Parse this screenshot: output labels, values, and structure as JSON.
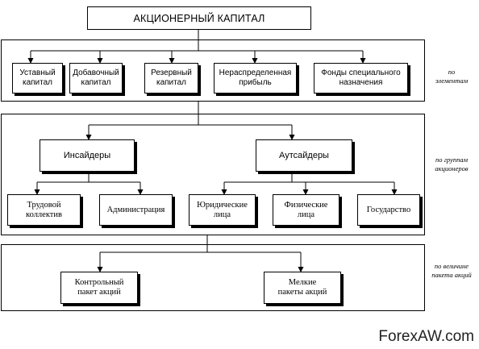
{
  "title": "АКЦИОНЕРНЫЙ КАПИТАЛ",
  "sections": [
    {
      "label": "по\nэлементам",
      "items": [
        "Уставный\nкапитал",
        "Добавочный\nкапитал",
        "Резервный\nкапитал",
        "Нераспределенная\nприбыль",
        "Фонды специального\nназначения"
      ]
    },
    {
      "label": "по группам\nакционеров",
      "groups": [
        {
          "name": "Инсайдеры",
          "items": [
            "Трудовой\nколлектив",
            "Администрация"
          ]
        },
        {
          "name": "Аутсайдеры",
          "items": [
            "Юридические\nлица",
            "Физические\nлица",
            "Государство"
          ]
        }
      ]
    },
    {
      "label": "по величине\nпакета акций",
      "items": [
        "Контрольный\nпакет акций",
        "Мелкие\nпакеты акций"
      ]
    }
  ],
  "watermark": "ForexAW.com"
}
